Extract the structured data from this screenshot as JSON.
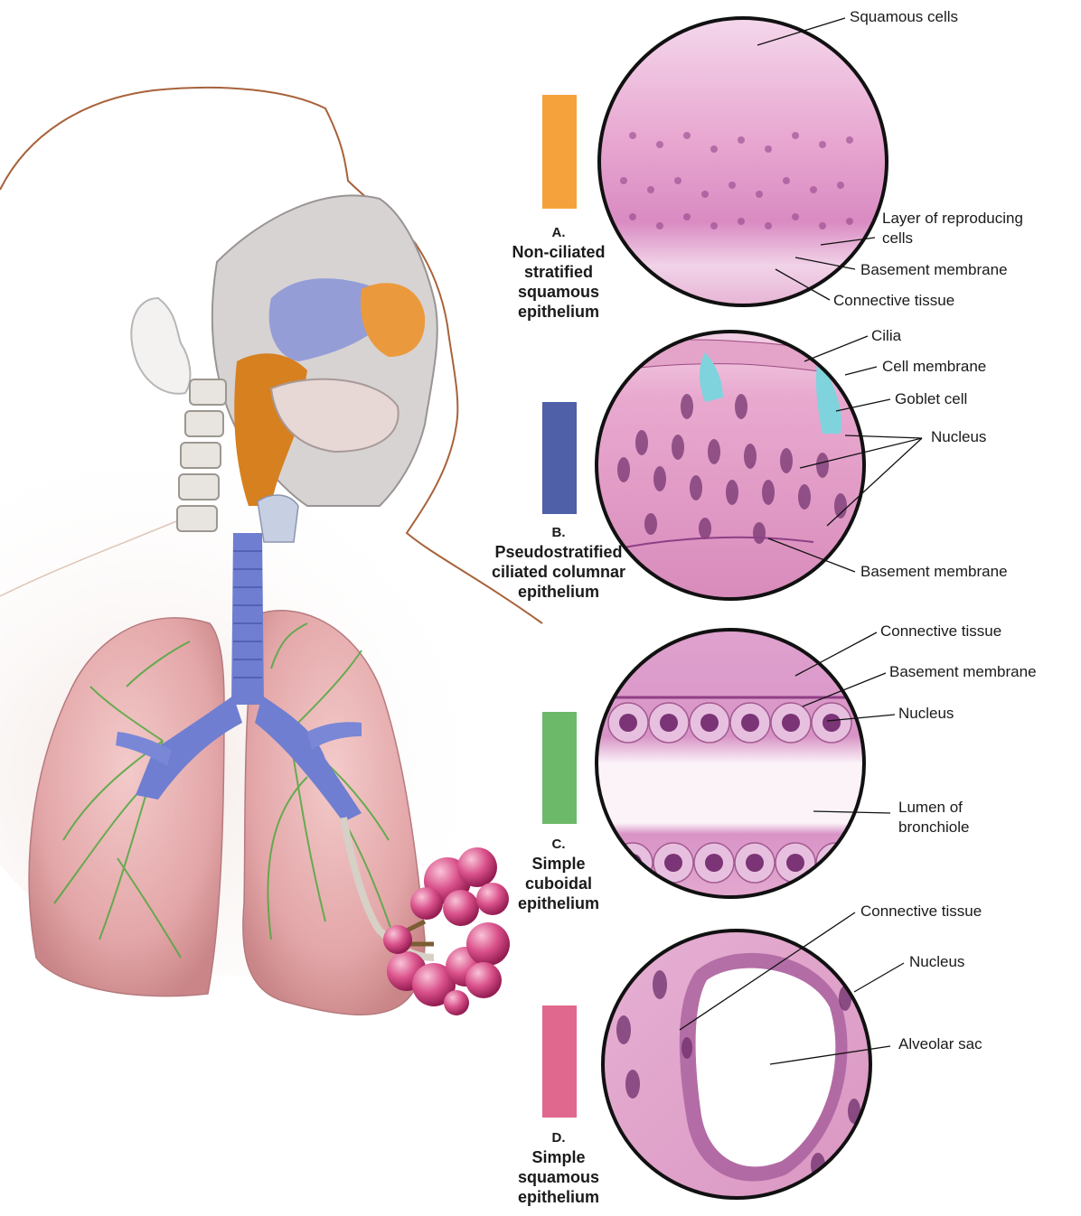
{
  "panels": [
    {
      "letter": "A.",
      "title": "Non-ciliated stratified squamous epithelium",
      "color": "#F5A23C",
      "labels": [
        "Squamous cells",
        "Layer of reproducing cells",
        "Basement membrane",
        "Connective tissue"
      ]
    },
    {
      "letter": "B.",
      "title": "Pseudostratified ciliated columnar epithelium",
      "color": "#4F5FA8",
      "labels": [
        "Cilia",
        "Cell membrane",
        "Goblet cell",
        "Nucleus",
        "Basement membrane"
      ]
    },
    {
      "letter": "C.",
      "title": "Simple cuboidal epithelium",
      "color": "#6DB96A",
      "labels": [
        "Connective tissue",
        "Basement membrane",
        "Nucleus",
        "Lumen of bronchiole"
      ]
    },
    {
      "letter": "D.",
      "title": "Simple squamous epithelium",
      "color": "#E0678D",
      "labels": [
        "Connective tissue",
        "Nucleus",
        "Alveolar sac"
      ]
    }
  ],
  "colors": {
    "head_outline": "#A8623A",
    "lung": "#E9B3B3",
    "airway_blue": "#5F74C8",
    "bronchiole_green": "#4FA83E",
    "pharynx_orange": "#E08A28",
    "alveoli": "#D2457A",
    "tissue_pink": "#E7A7CF"
  }
}
